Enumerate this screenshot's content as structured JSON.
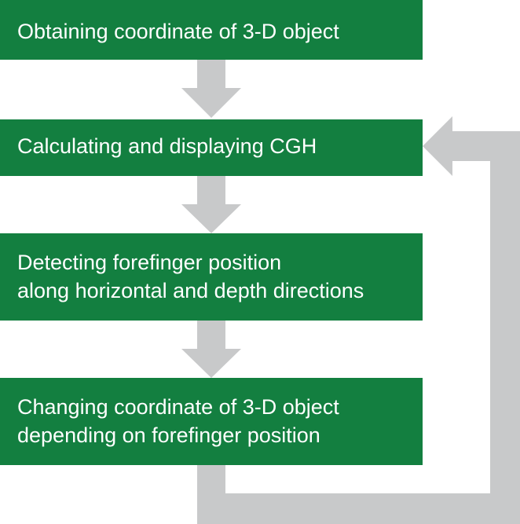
{
  "colors": {
    "box_fill": "#137f40",
    "box_text": "#ffffff",
    "arrow_fill": "#c8c9ca",
    "background": "#ffffff"
  },
  "steps": [
    {
      "lines": [
        "Obtaining coordinate of 3-D object"
      ]
    },
    {
      "lines": [
        "Calculating and displaying CGH"
      ]
    },
    {
      "lines": [
        "Detecting forefinger position",
        "along horizontal and depth directions"
      ]
    },
    {
      "lines": [
        "Changing coordinate of 3-D object",
        "depending on forefinger position"
      ]
    }
  ],
  "connectors": [
    {
      "from": 1,
      "to": 2,
      "kind": "down-arrow"
    },
    {
      "from": 2,
      "to": 3,
      "kind": "down-arrow"
    },
    {
      "from": 3,
      "to": 4,
      "kind": "down-arrow"
    },
    {
      "from": 4,
      "to": 2,
      "kind": "feedback-loop-arrow"
    }
  ]
}
